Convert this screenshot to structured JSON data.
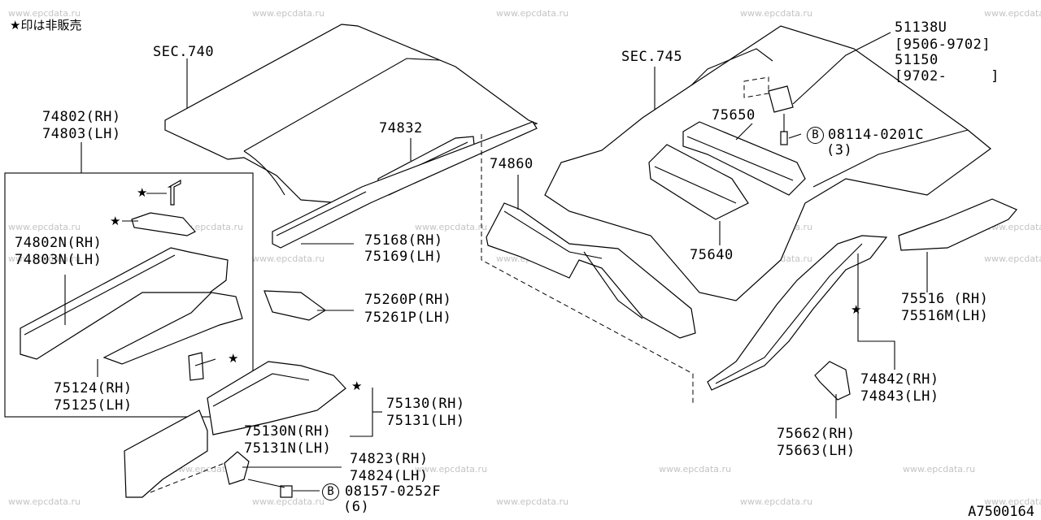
{
  "watermark": "www.epcdata.ru",
  "legend": "★印は非販売",
  "star_symbol": "★",
  "bolt_symbol": "B",
  "diagram_code": "A7500164",
  "labels": {
    "sec740": "SEC.740",
    "p74802": "74802(RH)",
    "p74803": "74803(LH)",
    "p74832": "74832",
    "p74860": "74860",
    "sec745": "SEC.745",
    "p51138u": "51138U",
    "p51138u_range": "[9506-9702]",
    "p51150": "51150",
    "p51150_range": "[9702-     ]",
    "p75650": "75650",
    "b08114": "08114-0201C",
    "b08114_qty": "(3)",
    "p75640": "75640",
    "p75168": "75168(RH)",
    "p75169": "75169(LH)",
    "p74802n": "74802N(RH)",
    "p74803n": "74803N(LH)",
    "p75260p": "75260P(RH)",
    "p75261p": "75261P(LH)",
    "p75124": "75124(RH)",
    "p75125": "75125(LH)",
    "p75130": "75130(RH)",
    "p75131": "75131(LH)",
    "p75130n": "75130N(RH)",
    "p75131n": "75131N(LH)",
    "p74823": "74823(RH)",
    "p74824": "74824(LH)",
    "b08157": "08157-0252F",
    "b08157_qty": "(6)",
    "p75516": "75516 (RH)",
    "p75516m": "75516M(LH)",
    "p74842": "74842(RH)",
    "p74843": "74843(LH)",
    "p75662": "75662(RH)",
    "p75663": "75663(LH)"
  }
}
